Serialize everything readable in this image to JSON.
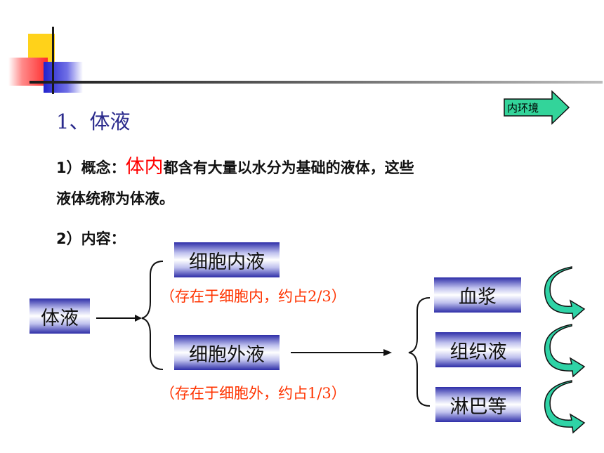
{
  "title": "1、体液",
  "nav_arrow": {
    "label": "内环境"
  },
  "concept": {
    "prefix": "1）概念：",
    "highlight": "体内",
    "line1_rest": "都含有大量以水分为基础的液体，这些",
    "line2": "液体统称为体液。"
  },
  "content_label": "2）内容：",
  "diagram": {
    "root": "体液",
    "intracellular": {
      "label": "细胞内液",
      "note": "（存在于细胞内，约占2/3）"
    },
    "extracellular": {
      "label": "细胞外液",
      "note": "（存在于细胞外，约占1/3）"
    },
    "components": [
      "血浆",
      "组织液",
      "淋巴等"
    ]
  },
  "colors": {
    "title": "#2a2a8c",
    "highlight": "#ff0000",
    "note": "#ff3300",
    "arrow_green": "#2fd3a6",
    "box_edge": "#2d2da8"
  }
}
